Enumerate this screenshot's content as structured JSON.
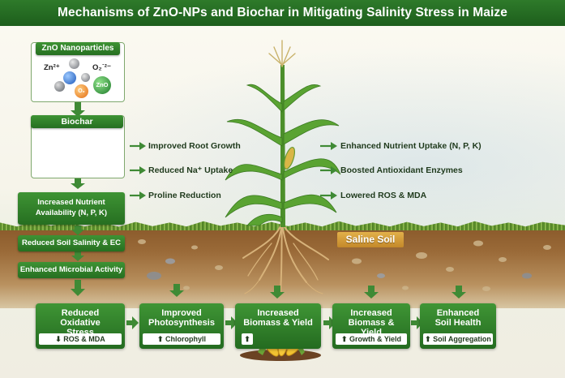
{
  "title": "Mechanisms of ZnO-NPs and Biochar in Mitigating Salinity Stress in Maize",
  "zno": {
    "header": "ZnO Nanoparticles",
    "zn_label": "Zn²⁺",
    "o2_label": "O₂˙²⁻",
    "o_bubble": "O₂",
    "zno_bubble": "ZnO"
  },
  "biochar": {
    "header": "Biochar"
  },
  "left_chain": [
    "Increased Nutrient Availability (N, P, K)",
    "Reduced Soil Salinity & EC",
    "Enhanced Microbial Activity"
  ],
  "left_labels": [
    "Improved Root Growth",
    "Reduced Na⁺ Uptake",
    "Proline Reduction"
  ],
  "right_labels": [
    "Enhanced Nutrient Uptake (N, P, K)",
    "Boosted Antioxidant Enzymes",
    "Lowered ROS & MDA"
  ],
  "soil_label": "Saline Soil",
  "outcomes": [
    {
      "title": "Reduced Oxidative Stress",
      "sub": "⬇ ROS & MDA"
    },
    {
      "title": "Improved Photosynthesis",
      "sub": "⬆ Chlorophyll"
    },
    {
      "title": "Increased Biomass & Yield",
      "sub": "⬆"
    },
    {
      "title": "Increased Biomass & Yield",
      "sub": "⬆ Growth & Yield"
    },
    {
      "title": "Enhanced Soil Health",
      "sub": "⬆ Soil Aggregation"
    }
  ],
  "colors": {
    "primary_green": "#2e7a2a",
    "soil_brown": "#8a5a2b",
    "saline_gold": "#d39b35"
  }
}
